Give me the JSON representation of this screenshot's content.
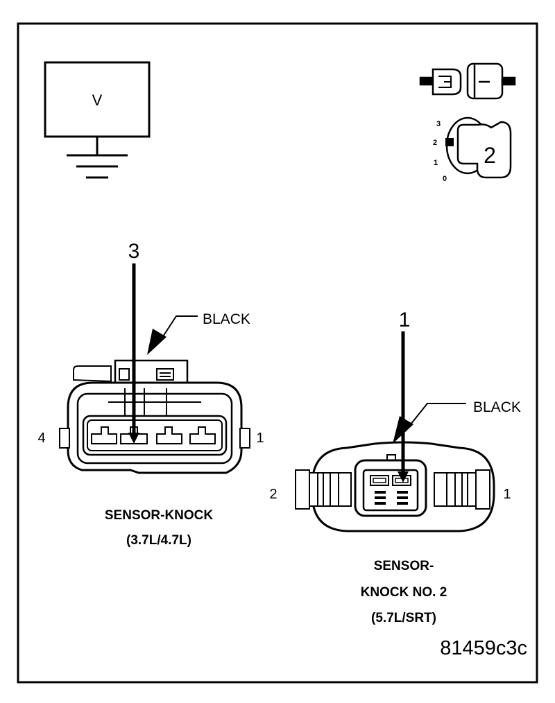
{
  "meter": {
    "symbol": "V"
  },
  "selector": {
    "positions": [
      "3",
      "2",
      "1",
      "0"
    ],
    "selected": "2"
  },
  "knock_sensor_1": {
    "pin": "3",
    "color": "BLACK",
    "left_pin": "4",
    "right_pin": "1",
    "title": "SENSOR-KNOCK",
    "engine": "(3.7L/4.7L)"
  },
  "knock_sensor_2": {
    "pin": "1",
    "color": "BLACK",
    "left_pin": "2",
    "right_pin": "1",
    "title_line1": "SENSOR-",
    "title_line2": "KNOCK NO. 2",
    "engine": "(5.7L/SRT)"
  },
  "figure_id": "81459c3c"
}
